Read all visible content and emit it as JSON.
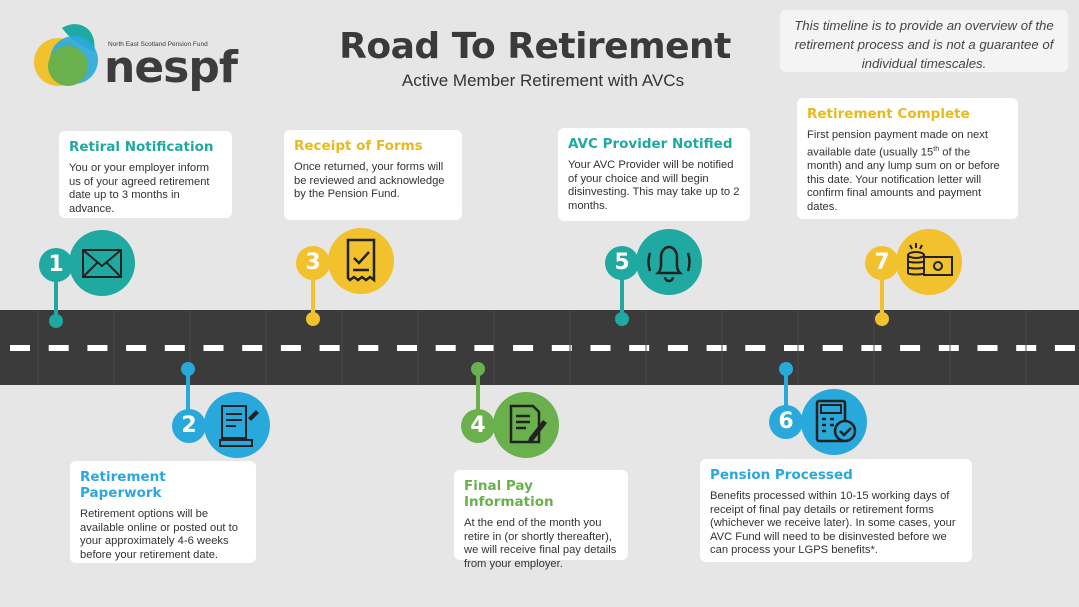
{
  "header": {
    "logo_small": "North East Scotland Pension Fund",
    "logo_text": "nespf",
    "title": "Road To Retirement",
    "subtitle": "Active Member Retirement with AVCs",
    "disclaimer": "This timeline is to provide an overview of the retirement process and is not a guarantee of individual timescales."
  },
  "colors": {
    "teal": "#1fa9a0",
    "yellow": "#f2c12e",
    "blue": "#29a8dc",
    "green": "#6ab04c",
    "road": "#3b3b3b"
  },
  "steps": [
    {
      "number": "1",
      "title": "Retiral Notification",
      "body": "You or your employer inform us of your agreed retirement date up to 3 months in advance.",
      "icon": "envelope-icon"
    },
    {
      "number": "2",
      "title": "Retirement Paperwork",
      "body": "Retirement options will be available online or posted out to your approximately 4-6 weeks before your retirement date.",
      "icon": "document-pen-icon"
    },
    {
      "number": "3",
      "title": "Receipt of Forms",
      "body": "Once returned, your forms will be reviewed and acknowledge by the Pension Fund.",
      "icon": "receipt-check-icon"
    },
    {
      "number": "4",
      "title": "Final Pay Information",
      "body": "At the end of the month you retire in (or shortly thereafter), we will receive final pay details from your employer.",
      "icon": "edit-document-icon"
    },
    {
      "number": "5",
      "title": "AVC Provider Notified",
      "body": "Your AVC Provider will be notified of your choice and will begin disinvesting. This may take up to 2 months.",
      "icon": "bell-icon"
    },
    {
      "number": "6",
      "title": "Pension Processed",
      "body": "Benefits processed within 10-15 working days of receipt of final pay details or retirement forms (whichever we receive later). In some cases, your AVC Fund will need to be disinvested before we can process your LGPS benefits*.",
      "icon": "calculator-check-icon"
    },
    {
      "number": "7",
      "title": "Retirement Complete",
      "body_a": "First pension payment made on next available date (usually 15",
      "body_sup": "th",
      "body_b": " of the month) and any lump sum on or before this date. Your notification letter will confirm final amounts and payment dates.",
      "icon": "money-coins-icon"
    }
  ]
}
